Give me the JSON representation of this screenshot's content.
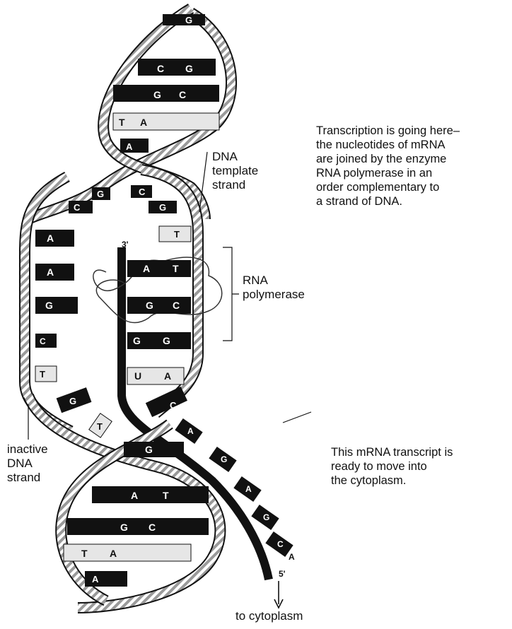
{
  "labels": {
    "dna_template_strand": "DNA\ntemplate\nstrand",
    "rna_polymerase": "RNA\npolymerase",
    "inactive_dna_strand": "inactive\nDNA\nstrand",
    "three_prime": "3'",
    "five_prime": "5'",
    "to_cytoplasm": "to cytoplasm"
  },
  "notes": {
    "transcription": [
      "Transcription is going here–",
      "the nucleotides of mRNA",
      "are joined by the enzyme",
      "RNA polymerase in an",
      "order complementary to",
      "a strand of DNA."
    ],
    "transcript": [
      "This mRNA transcript is",
      "ready to move into",
      "the cytoplasm."
    ]
  },
  "bases": {
    "top_helix": [
      {
        "left": "",
        "right": "G"
      },
      {
        "left": "C",
        "right": "G"
      },
      {
        "left": "",
        "right": "G",
        "right2": "C"
      },
      {
        "left": "T",
        "right": "A"
      },
      {
        "left": "A",
        "right": ""
      }
    ],
    "bubble_top": [
      "G",
      "C",
      "C",
      "G"
    ],
    "inactive_strand": [
      "A",
      "A",
      "G",
      "C",
      "T",
      "G"
    ],
    "template_strand": [
      "T",
      "T",
      "C",
      "G",
      "C"
    ],
    "mrna_in_bubble": [
      "A",
      "G",
      "G",
      "U"
    ],
    "mrna_tail": [
      "A",
      "G",
      "A",
      "G",
      "C",
      "A"
    ],
    "exit_pair": [
      "A",
      "C"
    ],
    "free_nucleotide": "T",
    "bottom_helix": [
      {
        "left": "",
        "right": "G"
      },
      {
        "left": "A",
        "right": "T"
      },
      {
        "left": "G",
        "right": "C"
      },
      {
        "left": "T",
        "right": "A"
      },
      {
        "left": "A",
        "right": ""
      }
    ]
  },
  "colors": {
    "ink": "#111111",
    "stripe": "#bdbdbd",
    "highlight": "#e6e6e6"
  }
}
